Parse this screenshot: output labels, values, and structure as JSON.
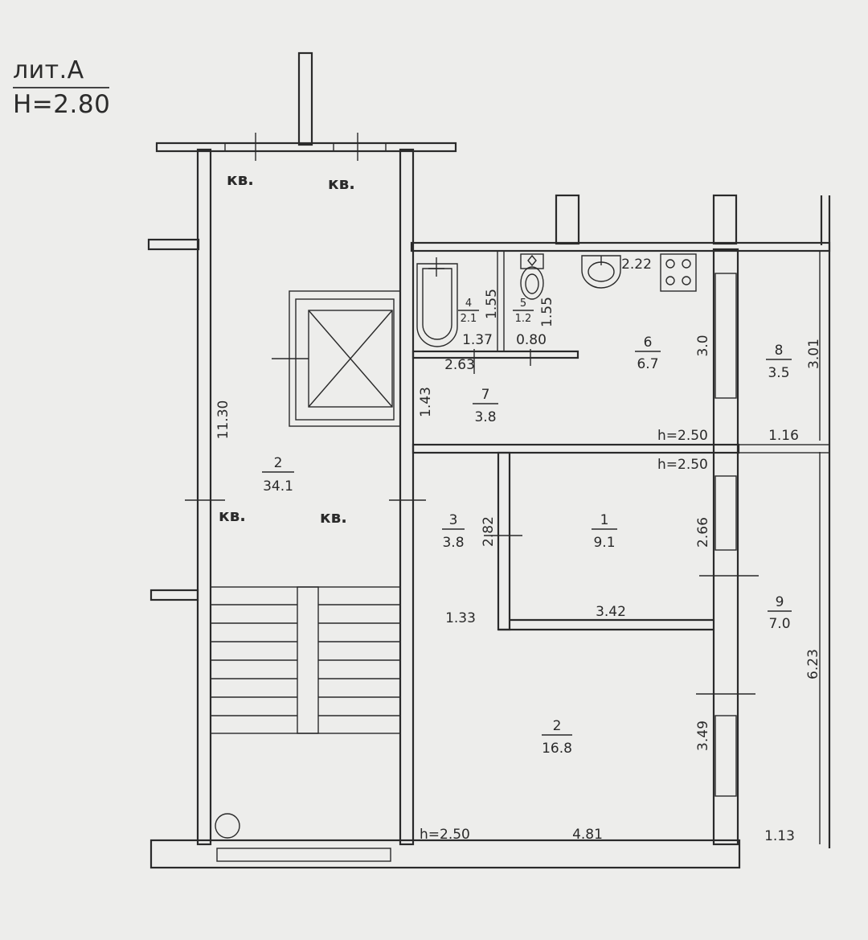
{
  "header": {
    "lit": "лит.А",
    "height": "H=2.80"
  },
  "stair_hall": {
    "kv_labels": [
      "кв.",
      "кв.",
      "кв.",
      "кв."
    ],
    "room_number": "2",
    "area": "34.1",
    "length": "11.30"
  },
  "rooms": [
    {
      "id": "r1",
      "number": "1",
      "area": "9.1"
    },
    {
      "id": "r2",
      "number": "2",
      "area": "16.8"
    },
    {
      "id": "r3",
      "number": "3",
      "area": "3.8"
    },
    {
      "id": "r4",
      "number": "4",
      "area": "2.1"
    },
    {
      "id": "r5",
      "number": "5",
      "area": "1.2"
    },
    {
      "id": "r6",
      "number": "6",
      "area": "6.7"
    },
    {
      "id": "r7",
      "number": "7",
      "area": "3.8"
    },
    {
      "id": "r8",
      "number": "8",
      "area": "3.5"
    },
    {
      "id": "r9",
      "number": "9",
      "area": "7.0"
    }
  ],
  "dimensions": {
    "bath_h": "1.55",
    "wc_h": "1.55",
    "bath_w": "1.37",
    "wc_w": "0.80",
    "kitchen_w": "2.22",
    "kitchen_h": "3.0",
    "loggia_top_h": "3.01",
    "hall_top_w": "2.63",
    "hall_top_h": "1.43",
    "r1_h": "2.82",
    "r1_h2": "2.66",
    "r1_w": "3.42",
    "hall_low_w": "1.33",
    "r2_h": "3.49",
    "r2_w": "4.81",
    "loggia_w": "1.16",
    "loggia_low_h": "6.23",
    "loggia_low_w": "1.13"
  },
  "ceilings": {
    "kitchen": "h=2.50",
    "room1": "h=2.50",
    "room2": "h=2.50"
  },
  "icons": [
    "bathtub-icon",
    "toilet-icon",
    "sink-icon",
    "stove-icon",
    "elevator-icon",
    "drain-icon"
  ]
}
